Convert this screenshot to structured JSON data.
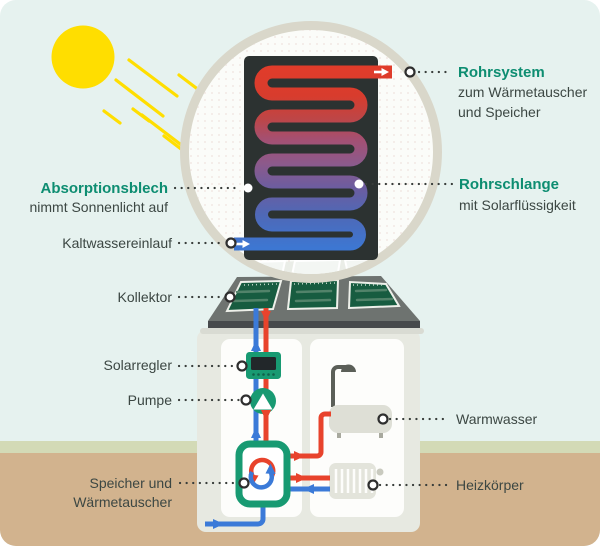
{
  "title": "Solarthermie Funktionsweise Infografik",
  "labels": {
    "rohrsystem": {
      "title": "Rohrsystem",
      "line1": "zum Wärmetauscher",
      "line2": "und Speicher"
    },
    "absorptionsblech": {
      "title": "Absorptionsblech",
      "line1": "nimmt Sonnenlicht auf"
    },
    "rohrschlange": {
      "title": "Rohrschlange",
      "line1": "mit Solarflüssigkeit"
    },
    "kaltwassereinlauf": {
      "title": "Kaltwassereinlauf"
    },
    "kollektor": {
      "title": "Kollektor"
    },
    "solarregler": {
      "title": "Solarregler"
    },
    "pumpe": {
      "title": "Pumpe"
    },
    "speicher": {
      "title_line1": "Speicher und",
      "title_line2": "Wärmetauscher"
    },
    "warmwasser": {
      "title": "Warmwasser"
    },
    "heizkoerper": {
      "title": "Heizkörper"
    }
  },
  "colors": {
    "sky": "#e6f2ef",
    "grass": "#d3dab6",
    "ground": "#d2b38e",
    "sun_yellow": "#ffde00",
    "accent_teal": "#0d8d71",
    "label_dark": "#3c4743",
    "pipe_hot_red": "#e8432c",
    "pipe_cold_blue": "#3b7ad8",
    "collector_panel_dark": "#2c3231",
    "collector_green": "#175c40",
    "roof_gray": "#6e7370",
    "equipment_green": "#189a72",
    "magnifier_rim": "#d9d7ca"
  },
  "icons": [
    "sun-icon",
    "sun-rays-icon",
    "magnifier-circle-icon",
    "absorber-panel-icon",
    "serpentine-tube-icon",
    "roof-icon",
    "solar-collector-icon",
    "house-icon",
    "controller-icon",
    "pump-icon",
    "storage-tank-icon",
    "heat-exchange-arrows-icon",
    "shower-bath-icon",
    "radiator-icon"
  ]
}
